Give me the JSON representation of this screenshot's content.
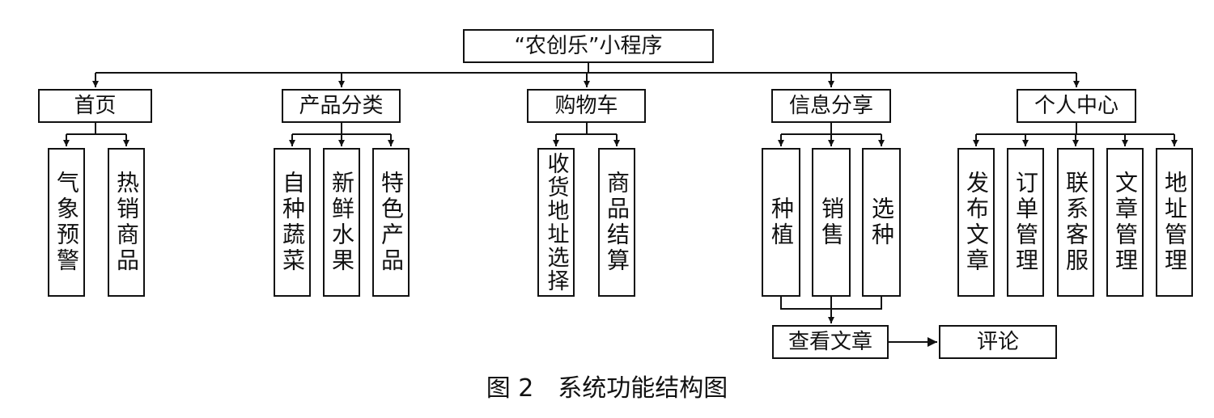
{
  "root": {
    "label": "“农创乐”小程序"
  },
  "modules": [
    {
      "label": "首页",
      "children": [
        "气象预警",
        "热销商品"
      ]
    },
    {
      "label": "产品分类",
      "children": [
        "自种蔬菜",
        "新鲜水果",
        "特色产品"
      ]
    },
    {
      "label": "购物车",
      "children": [
        "收货地址选择",
        "商品结算"
      ]
    },
    {
      "label": "信息分享",
      "children": [
        "种植",
        "销售",
        "选种"
      ]
    },
    {
      "label": "个人中心",
      "children": [
        "发布文章",
        "订单管理",
        "联系客服",
        "文章管理",
        "地址管理"
      ]
    }
  ],
  "sharing_flow": {
    "view_article": "查看文章",
    "comment": "评论"
  },
  "caption": "图 2　系统功能结构图"
}
